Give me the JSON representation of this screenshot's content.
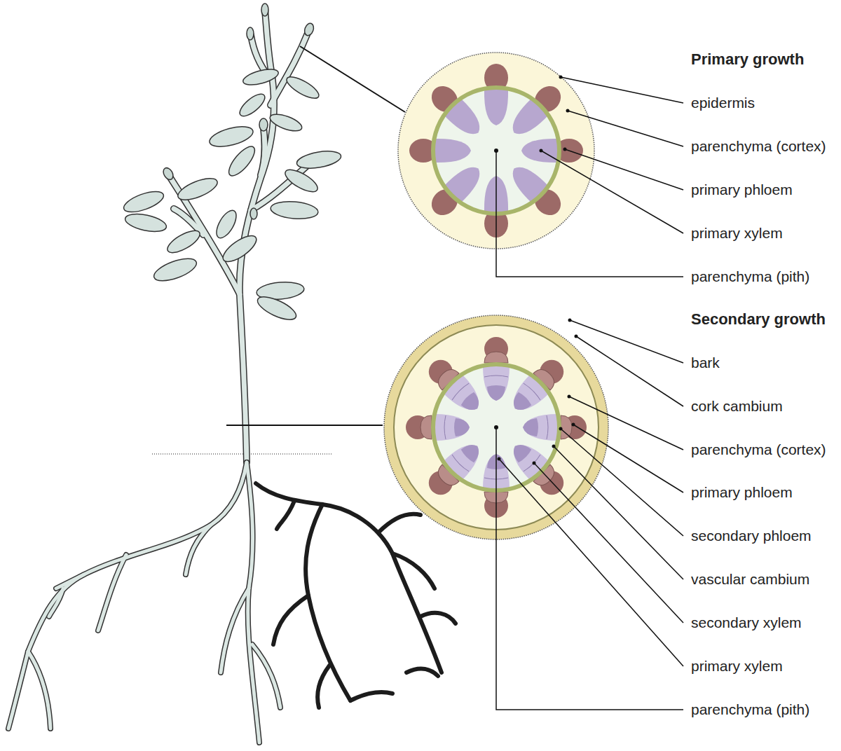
{
  "diagram": {
    "labels": [
      "Primary growth",
      "epidermis",
      "parenchyma (cortex)",
      "primary phloem",
      "primary xylem",
      "parenchyma (pith)",
      "Secondary growth",
      "bark",
      "cork cambium",
      "parenchyma (cortex)",
      "primary phloem",
      "secondary phloem",
      "vascular cambium",
      "secondary xylem",
      "primary xylem",
      "parenchyma (pith)"
    ]
  }
}
